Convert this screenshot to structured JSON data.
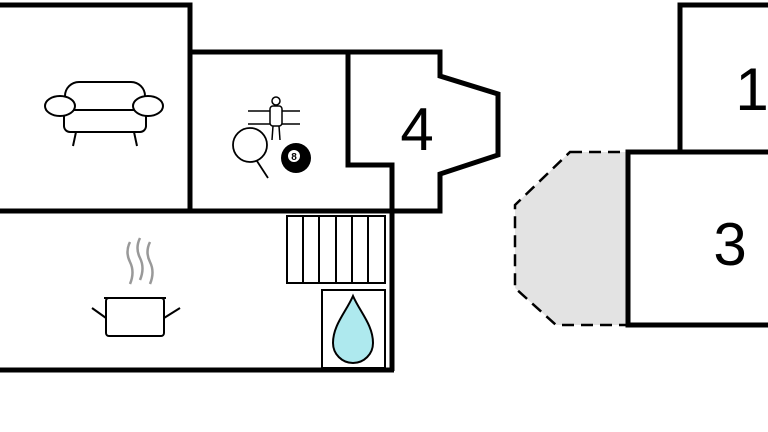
{
  "rooms": {
    "room_4_label": "4",
    "room_1_label": "1",
    "room_3_label": "3",
    "billiard_ball_number": "8"
  },
  "colors": {
    "wall": "#000000",
    "terrace_fill": "#e3e3e3",
    "water_fill": "#aee9ee"
  },
  "icons": [
    "sofa-icon",
    "foosball-icon",
    "ping-pong-icon",
    "billiard-ball-icon",
    "cooking-pot-icon",
    "stairs-icon",
    "water-drop-icon"
  ]
}
